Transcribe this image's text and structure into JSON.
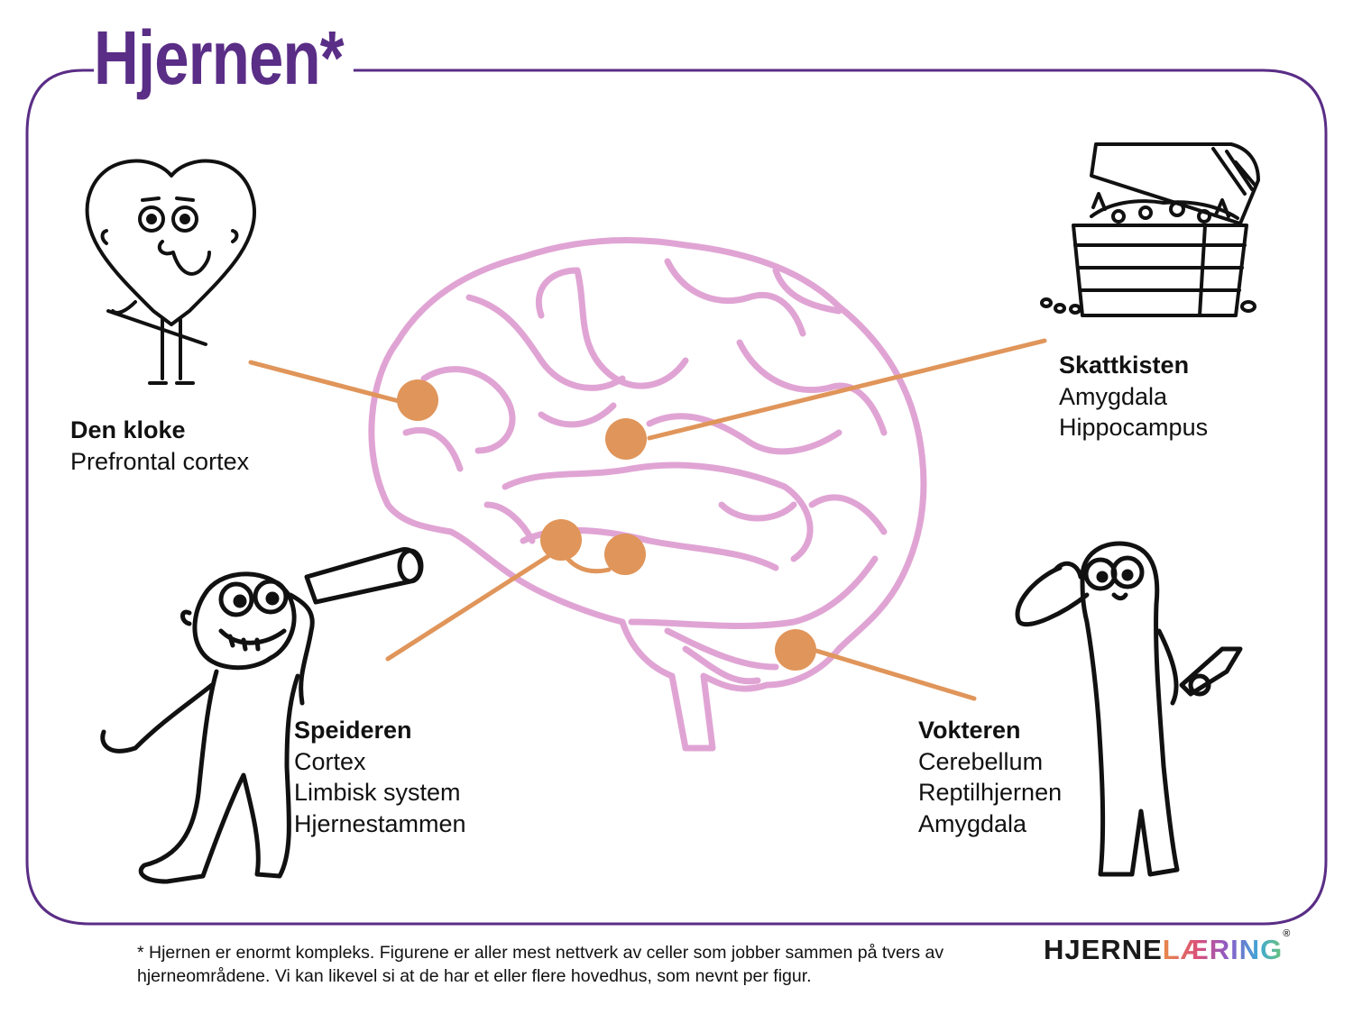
{
  "title": "Hjernen*",
  "colors": {
    "title": "#5a2d86",
    "frame": "#5a2d86",
    "brain": "#e0a4d4",
    "connector": "#e0955a",
    "dot": "#e0955a"
  },
  "labels": {
    "den_kloke": {
      "head": "Den kloke",
      "lines": [
        "Prefrontal cortex"
      ]
    },
    "skattkisten": {
      "head": "Skattkisten",
      "lines": [
        "Amygdala",
        "Hippocampus"
      ]
    },
    "speideren": {
      "head": "Speideren",
      "lines": [
        "Cortex",
        "Limbisk system",
        "Hjernestammen"
      ]
    },
    "vokteren": {
      "head": "Vokteren",
      "lines": [
        "Cerebellum",
        "Reptilhjernen",
        "Amygdala"
      ]
    }
  },
  "icons": [
    "wise-heart-character-icon",
    "treasure-chest-icon",
    "monkey-with-telescope-icon",
    "guard-with-trumpet-icon",
    "brain-icon"
  ],
  "footnote": "* Hjernen er enormt kompleks. Figurene er aller mest nettverk av celler som jobber sammen på tvers av hjerneområdene. Vi kan likevel si at de har et eller flere hovedhus, som nevnt per figur.",
  "logo": {
    "part1": "HJERNE",
    "part2": "LÆRING",
    "mark": "®"
  }
}
